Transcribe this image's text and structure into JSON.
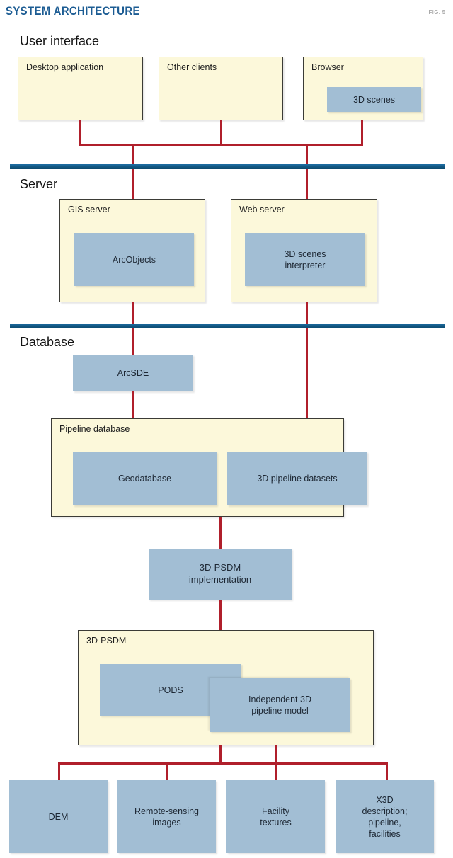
{
  "header": {
    "title": "SYSTEM ARCHITECTURE",
    "figure_number": "FIG. 5",
    "title_color": "#1c5c93",
    "figure_number_color": "#8d8d8d"
  },
  "palette": {
    "cream_box_fill": "#fcf8da",
    "cream_box_border": "#3b3b36",
    "blue_box_fill": "#a2bed4",
    "divider_blue": "#12567f",
    "connector_red": "#b01f2b",
    "background": "#ffffff"
  },
  "tiers": [
    {
      "label": "User interface"
    },
    {
      "label": "Server"
    },
    {
      "label": "Database"
    }
  ],
  "user_interface": {
    "boxes": [
      {
        "title": "Desktop application",
        "children": []
      },
      {
        "title": "Other clients",
        "children": []
      },
      {
        "title": "Browser",
        "children": [
          {
            "label": "3D scenes"
          }
        ]
      }
    ]
  },
  "server": {
    "boxes": [
      {
        "title": "GIS server",
        "children": [
          {
            "label": "ArcObjects"
          }
        ]
      },
      {
        "title": "Web server",
        "children": [
          {
            "label": "3D scenes\ninterpreter"
          }
        ]
      }
    ]
  },
  "database": {
    "arcsde": {
      "label": "ArcSDE"
    },
    "pipeline_database": {
      "title": "Pipeline database",
      "children": [
        {
          "label": "Geodatabase"
        },
        {
          "label": "3D pipeline datasets"
        }
      ]
    }
  },
  "implementation": {
    "label": "3D-PSDM\nimplementation"
  },
  "psdm": {
    "title": "3D-PSDM",
    "children": [
      {
        "label": "PODS"
      },
      {
        "label": "Independent 3D\npipeline model"
      }
    ]
  },
  "data_sources": [
    {
      "label": "DEM"
    },
    {
      "label": "Remote-sensing\nimages"
    },
    {
      "label": "Facility\ntextures"
    },
    {
      "label": "X3D\ndescription;\npipeline,\nfacilities"
    }
  ]
}
